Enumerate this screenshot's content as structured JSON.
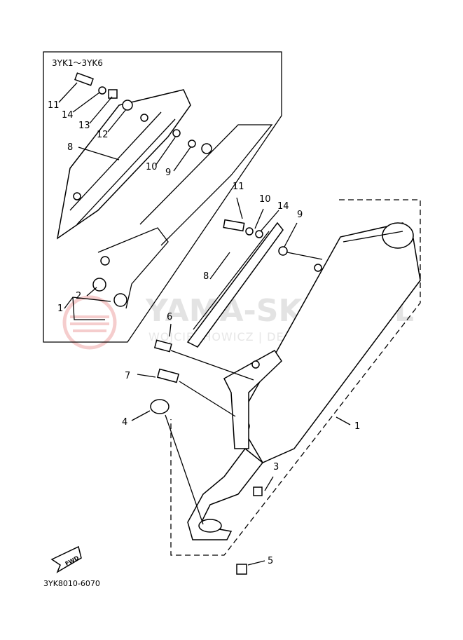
{
  "inset": {
    "title": "3YK1～3YK6"
  },
  "drawing_code": "3YK8010-6070",
  "fwd_label": "FWD",
  "watermark": {
    "brand": "YAMA-SKLEP.PL",
    "dealer": "WOJCIECHOWICZ | DEALER YAMAHA"
  },
  "callouts": {
    "inset": [
      "11",
      "14",
      "13",
      "12",
      "8",
      "10",
      "9",
      "2",
      "1"
    ],
    "main": [
      "11",
      "10",
      "14",
      "9",
      "8",
      "6",
      "7",
      "4",
      "1",
      "3",
      "5"
    ]
  }
}
